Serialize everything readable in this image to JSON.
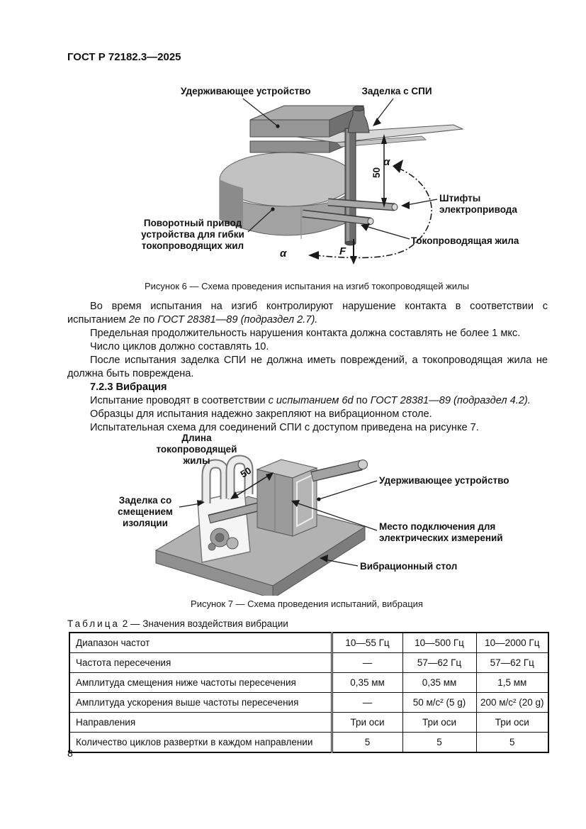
{
  "page": {
    "header": "ГОСТ Р 72182.3—2025",
    "page_number": "8"
  },
  "figure6": {
    "caption": "Рисунок 6 — Схема проведения испытания на изгиб токопроводящей жилы",
    "labels": {
      "holding_device": "Удерживающее устройство",
      "spi_termination": "Заделка с СПИ",
      "pins": [
        "Штифты",
        "электропривода"
      ],
      "conductor": "Токопроводящая жила",
      "rotary_drive": [
        "Поворотный привод",
        "устройства для гибки",
        "токопроводящих жил"
      ],
      "dim": "50",
      "alpha_top": "α",
      "alpha_bottom": "α",
      "force": "F"
    }
  },
  "body": {
    "paragraphs": [
      {
        "runs": [
          {
            "text": "Во время испытания на изгиб контролируют нарушение контакта в соответствии с испытанием ",
            "style": "normal"
          },
          {
            "text": "2е",
            "style": "italic"
          },
          {
            "text": " по ",
            "style": "normal"
          },
          {
            "text": "ГОСТ 28381—89 (подраздел 2.7).",
            "style": "italic"
          }
        ]
      },
      {
        "runs": [
          {
            "text": "Предельная продолжительность нарушения контакта должна составлять не более 1 мкс.",
            "style": "normal"
          }
        ]
      },
      {
        "runs": [
          {
            "text": "Число циклов должно составлять 10.",
            "style": "normal"
          }
        ]
      },
      {
        "runs": [
          {
            "text": "После испытания заделка СПИ не должна иметь повреждений, а токопроводящая жила не должна быть повреждена.",
            "style": "normal"
          }
        ]
      },
      {
        "runs": [
          {
            "text": "7.2.3 Вибрация",
            "style": "bold"
          }
        ]
      },
      {
        "runs": [
          {
            "text": "Испытание проводят в соответствии ",
            "style": "normal"
          },
          {
            "text": "с испытанием 6d",
            "style": "italic"
          },
          {
            "text": " по ",
            "style": "normal"
          },
          {
            "text": "ГОСТ 28381—89 (подраздел 4.2).",
            "style": "italic"
          }
        ]
      },
      {
        "runs": [
          {
            "text": "Образцы для испытания надежно закрепляют на вибрационном столе.",
            "style": "normal"
          }
        ]
      },
      {
        "runs": [
          {
            "text": "Испытательная схема для соединений СПИ с доступом приведена на рисунке 7.",
            "style": "normal"
          }
        ]
      }
    ]
  },
  "figure7": {
    "caption": "Рисунок 7 — Схема проведения испытаний, вибрация",
    "labels": {
      "conductor_length": [
        "Длина",
        "токопроводящей",
        "жилы"
      ],
      "insulation_termination": [
        "Заделка со",
        "смещением",
        "изоляции"
      ],
      "holding_device": "Удерживающее устройство",
      "measurement_point": [
        "Место подключения для",
        "электрических измерений"
      ],
      "vibration_table": "Вибрационный стол",
      "dim": "50"
    }
  },
  "table": {
    "title_word": "Таблица",
    "title_rest": "2 — Значения воздействия вибрации",
    "rows": [
      [
        "Диапазон частот",
        "10—55 Гц",
        "10—500 Гц",
        "10—2000 Гц"
      ],
      [
        "Частота пересечения",
        "—",
        "57—62 Гц",
        "57—62 Гц"
      ],
      [
        "Амплитуда смещения ниже частоты пересечения",
        "0,35 мм",
        "0,35 мм",
        "1,5 мм"
      ],
      [
        "Амплитуда ускорения выше частоты пересечения",
        "—",
        "50 м/с² (5 g)",
        "200 м/с² (20 g)"
      ],
      [
        "Направления",
        "Три оси",
        "Три оси",
        "Три оси"
      ],
      [
        "Количество циклов развертки в каждом направлении",
        "5",
        "5",
        "5"
      ]
    ]
  }
}
